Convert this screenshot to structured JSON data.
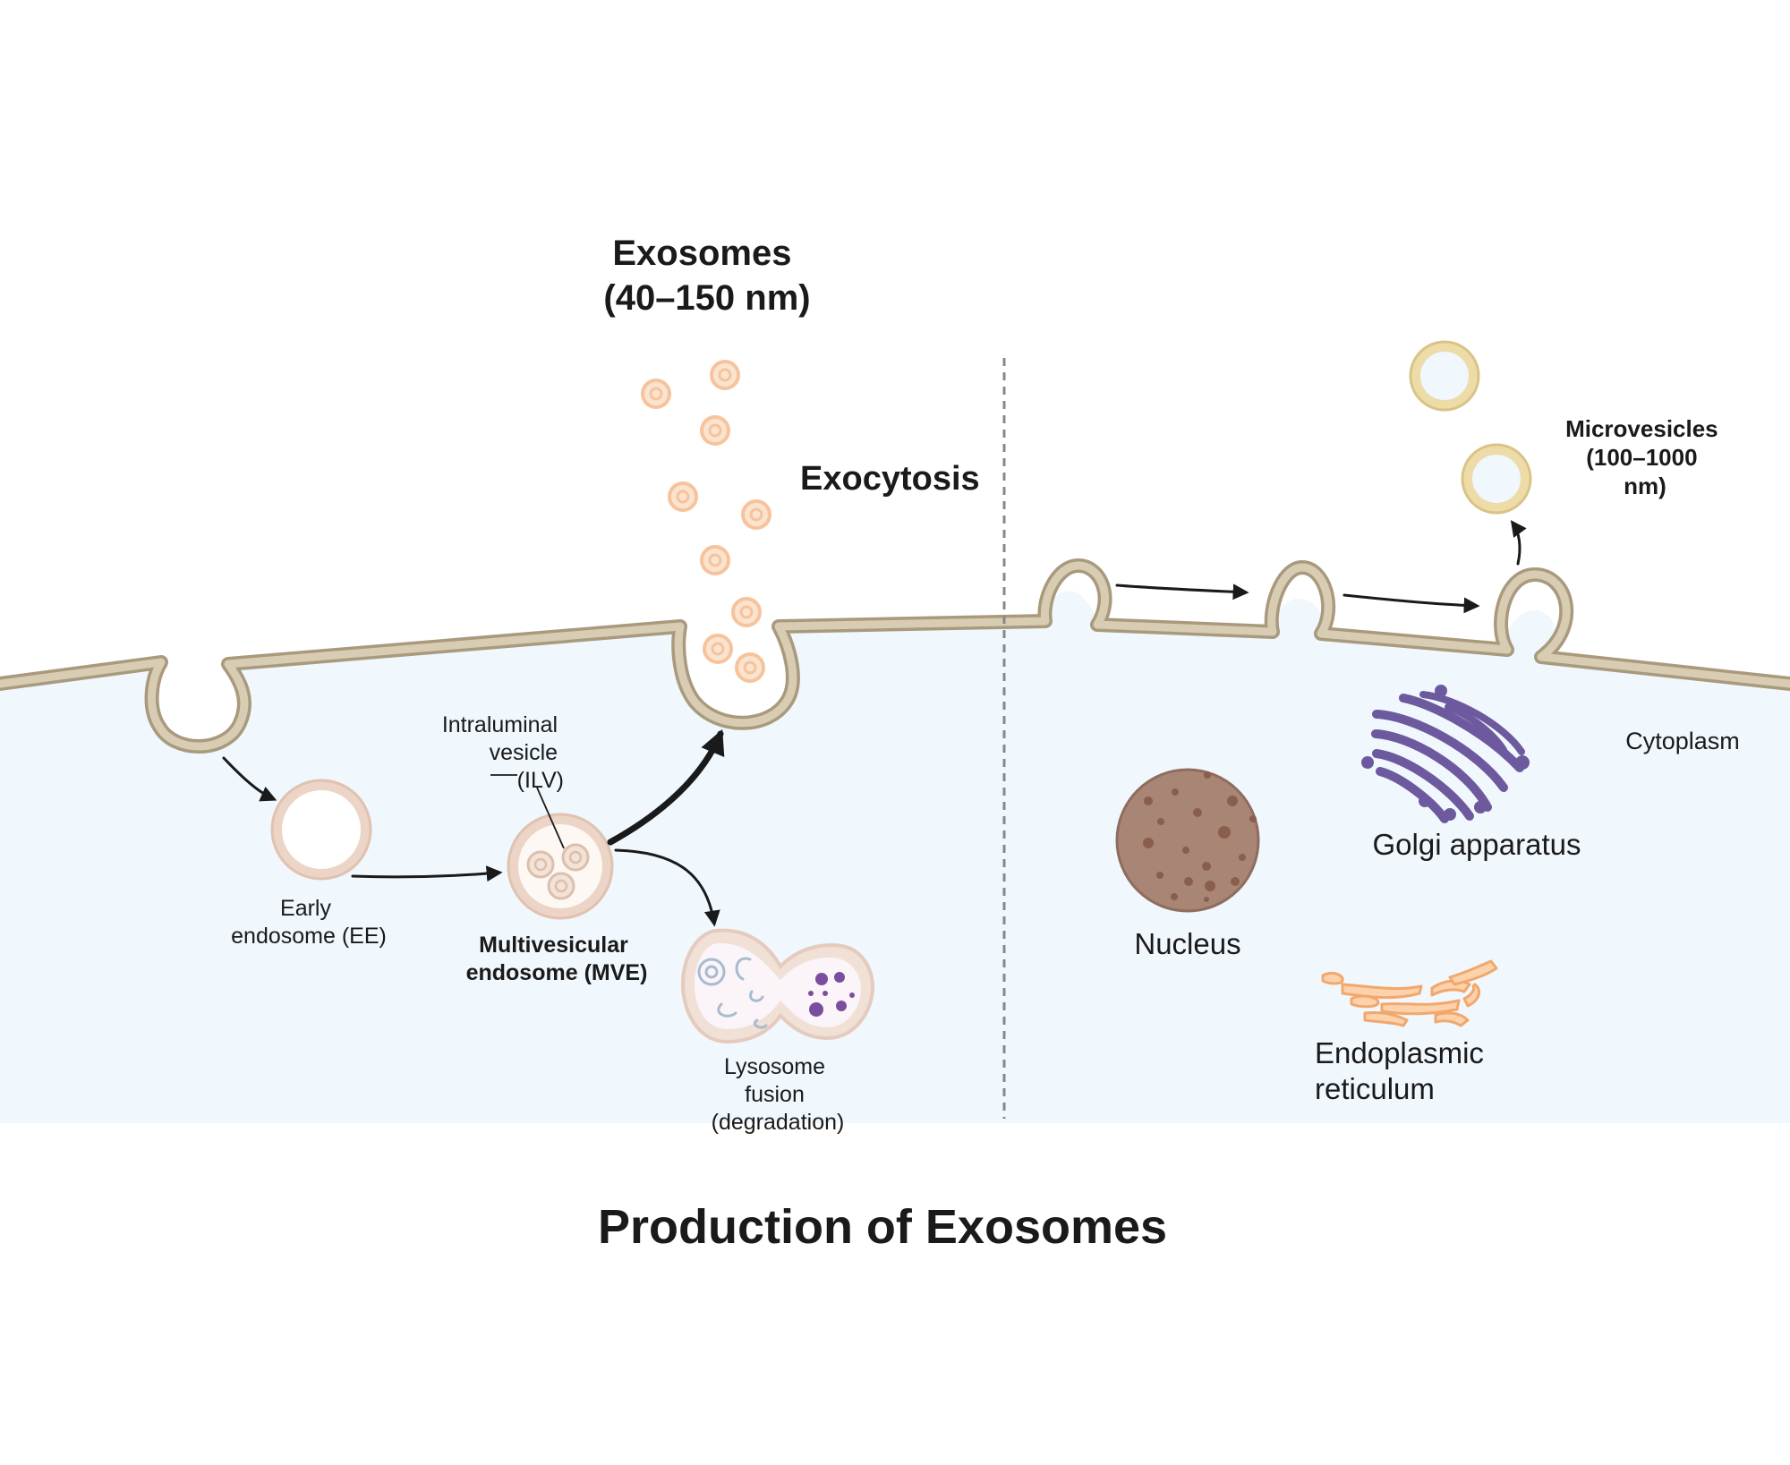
{
  "colors": {
    "cytoplasm": "#f0f7fd",
    "membrane_fill": "#d8ccb2",
    "membrane_stroke": "#a99a7e",
    "exosome": "#f6c39c",
    "early_endosome": "#ecd4c6",
    "microvesicle": "#eedca8",
    "nucleus": "#a88575",
    "golgi": "#6d5a9e",
    "er": "#f2a86c",
    "arrow": "#1a1a1a",
    "divider": "#888888"
  },
  "icons": {
    "nucleus": "nucleus-icon",
    "golgi": "golgi-apparatus-icon",
    "er": "endoplasmic-reticulum-icon",
    "lysosome": "lysosome-icon",
    "mve": "multivesicular-endosome-icon"
  },
  "labels": {
    "exosomes": {
      "line1": "Exosomes",
      "line2": "(40–150 nm)"
    },
    "exocytosis": "Exocytosis",
    "microvesicles": {
      "line1": "Microvesicles",
      "line2": "(100–1000",
      "line3": "nm)"
    },
    "ilv": {
      "line1": "Intraluminal",
      "line2": "vesicle",
      "line3": "(ILV)"
    },
    "early_endosome": {
      "line1": "Early",
      "line2": "endosome (EE)"
    },
    "mve": {
      "line1": "Multivesicular",
      "line2": "endosome (MVE)"
    },
    "lysosome": {
      "line1": "Lysosome",
      "line2": "fusion",
      "line3": "(degradation)"
    },
    "nucleus": "Nucleus",
    "golgi": "Golgi apparatus",
    "cytoplasm": "Cytoplasm",
    "er": {
      "line1": "Endoplasmic",
      "line2": "reticulum"
    },
    "title": "Production of Exosomes"
  }
}
